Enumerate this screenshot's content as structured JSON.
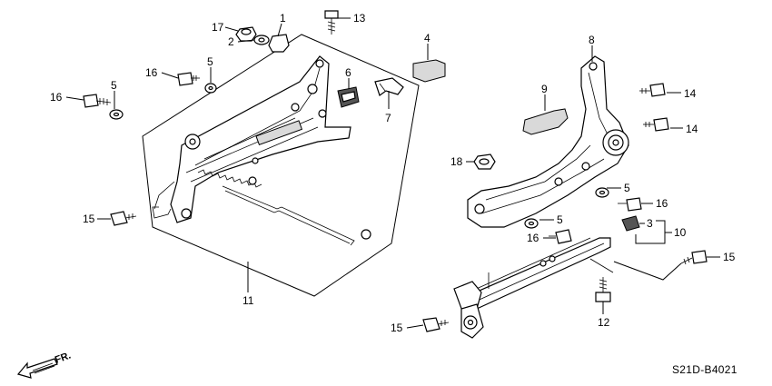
{
  "diagram": {
    "code": "S21D-B4021",
    "direction_label": "FR.",
    "callouts": [
      {
        "id": "c1",
        "text": "1"
      },
      {
        "id": "c2",
        "text": "2"
      },
      {
        "id": "c17",
        "text": "17"
      },
      {
        "id": "c13",
        "text": "13"
      },
      {
        "id": "c4",
        "text": "4"
      },
      {
        "id": "c16a",
        "text": "16"
      },
      {
        "id": "c5a",
        "text": "5"
      },
      {
        "id": "c16b",
        "text": "16"
      },
      {
        "id": "c5b",
        "text": "5"
      },
      {
        "id": "c6",
        "text": "6"
      },
      {
        "id": "c7",
        "text": "7"
      },
      {
        "id": "c15a",
        "text": "15"
      },
      {
        "id": "c11",
        "text": "11"
      },
      {
        "id": "c8",
        "text": "8"
      },
      {
        "id": "c9",
        "text": "9"
      },
      {
        "id": "c14a",
        "text": "14"
      },
      {
        "id": "c14b",
        "text": "14"
      },
      {
        "id": "c18",
        "text": "18"
      },
      {
        "id": "c5c",
        "text": "5"
      },
      {
        "id": "c16c",
        "text": "16"
      },
      {
        "id": "c5d",
        "text": "5"
      },
      {
        "id": "c16d",
        "text": "16"
      },
      {
        "id": "c3",
        "text": "3"
      },
      {
        "id": "c10",
        "text": "10"
      },
      {
        "id": "c15b",
        "text": "15"
      },
      {
        "id": "c12",
        "text": "12"
      },
      {
        "id": "c15c",
        "text": "15"
      }
    ]
  }
}
